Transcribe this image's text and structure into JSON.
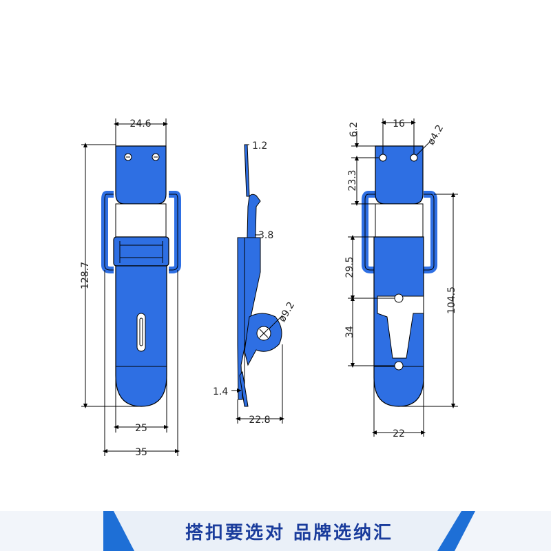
{
  "colors": {
    "part_blue": "#2e6fe3",
    "part_blue_dark": "#1b4fbf",
    "outline": "#000000",
    "banner_bg": "#eaf0f8",
    "banner_accent": "#1e6fd6",
    "banner_text": "#1a3c9c"
  },
  "front_view": {
    "dim_top_width": "24.6",
    "dim_total_height": "128.7",
    "dim_bottom_width": "25",
    "dim_overall_width": "35"
  },
  "side_view": {
    "dim_thickness_top": "1.2",
    "dim_offset": "3.8",
    "dim_diameter": "ø9.2",
    "dim_thickness_bottom": "1.4",
    "dim_depth": "22.8"
  },
  "back_view": {
    "dim_hole_spacing": "16",
    "dim_hole_diameter": "ø4.2",
    "dim_top_offset": "6.2",
    "dim_plate_height": "23.3",
    "dim_hook_height": "29.5",
    "dim_slot_height": "34",
    "dim_total_height": "104.5",
    "dim_bottom_width": "22"
  },
  "banner": {
    "text": "搭扣要选对  品牌选纳汇"
  }
}
